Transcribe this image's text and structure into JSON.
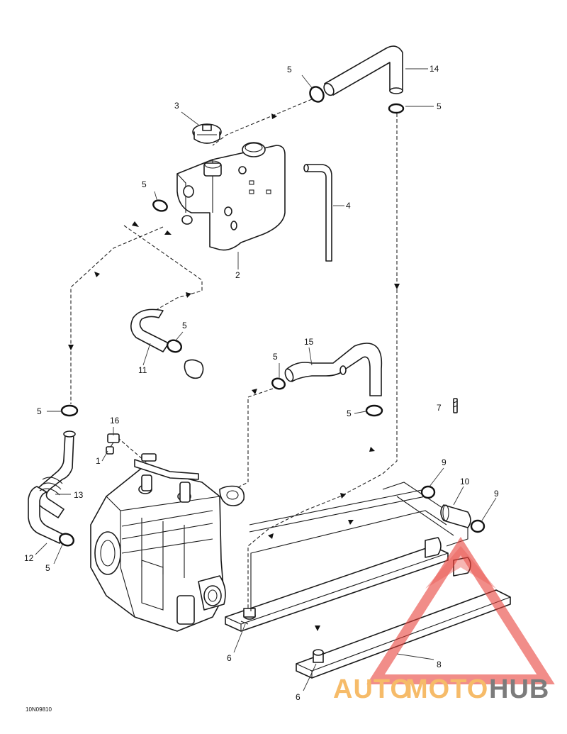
{
  "labels": {
    "p1": "1",
    "p2": "2",
    "p3": "3",
    "p4": "4",
    "p5a": "5",
    "p5b": "5",
    "p5c": "5",
    "p5d": "5",
    "p5e": "5",
    "p5f": "5",
    "p5g": "5",
    "p5h": "5",
    "p6a": "6",
    "p6b": "6",
    "p7": "7",
    "p8": "8",
    "p9a": "9",
    "p9b": "9",
    "p10": "10",
    "p11": "11",
    "p12": "12",
    "p13": "13",
    "p14": "14",
    "p15": "15",
    "p16": "16"
  },
  "figure_code": "10N09810",
  "watermark": {
    "part1": "AUTO",
    "part2": "MOTO",
    "part3": "HUB",
    "color_light": "#f5b04f",
    "color_dark": "#666666",
    "triangle_color": "#e8413a"
  }
}
